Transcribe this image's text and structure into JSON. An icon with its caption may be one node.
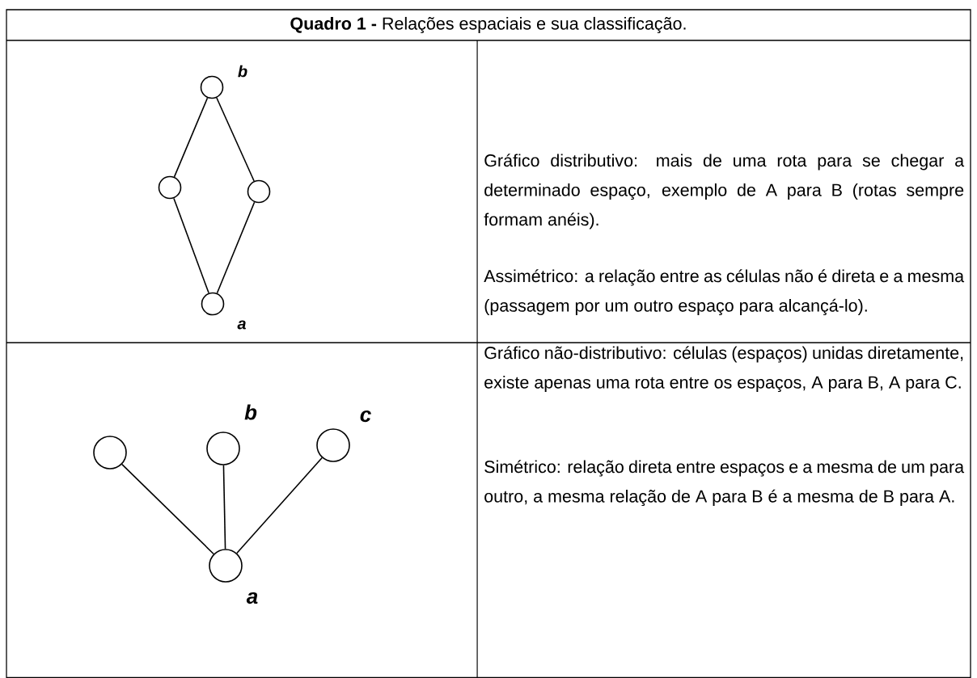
{
  "diagram": {
    "title": "**Quadro 1 -** Relações espaciais e sua classificação.",
    "nodes": [
      {
        "text": [],
        "shape": "circle",
        "beside": [
          "b"
        ]
      },
      {
        "text": [],
        "shape": "circle"
      },
      {
        "text": [],
        "shape": "circle"
      },
      {
        "text": [],
        "shape": "circle",
        "beside": [
          "a"
        ]
      },
      {
        "text": [],
        "shape": "circle"
      },
      {
        "text": [],
        "shape": "circle",
        "beside": [
          "b"
        ]
      },
      {
        "text": [],
        "shape": "circle",
        "beside": [
          "c"
        ]
      },
      {
        "text": [],
        "shape": "circle",
        "beside": [
          "a"
        ]
      }
    ],
    "edges": [
      {
        "from": 0,
        "to": 1,
        "arrow": "none"
      },
      {
        "from": 0,
        "to": 2,
        "arrow": "none"
      },
      {
        "from": 1,
        "to": 3,
        "arrow": "none"
      },
      {
        "from": 2,
        "to": 3,
        "arrow": "none"
      },
      {
        "from": 4,
        "to": 7,
        "arrow": "none"
      },
      {
        "from": 5,
        "to": 7,
        "arrow": "none"
      },
      {
        "from": 6,
        "to": 7,
        "arrow": "none"
      }
    ],
    "labels": [
      "Gráfico distributivo: mais de uma rota para se chegar a determinado espaço, exemplo de A para B (rotas sempre formam anéis).",
      "Assimétrico: a relação entre as células não é direta e a mesma (passagem por um outro espaço para alcançá-lo).",
      "Gráfico não-distributivo: células (espaços) unidas diretamente, existe apenas uma rota entre os espaços, A para B, A para C.",
      "Simétrico: relação direta entre espaços e a mesma de um para outro, a mesma relação de A para B é a mesma de B para A."
    ]
  }
}
